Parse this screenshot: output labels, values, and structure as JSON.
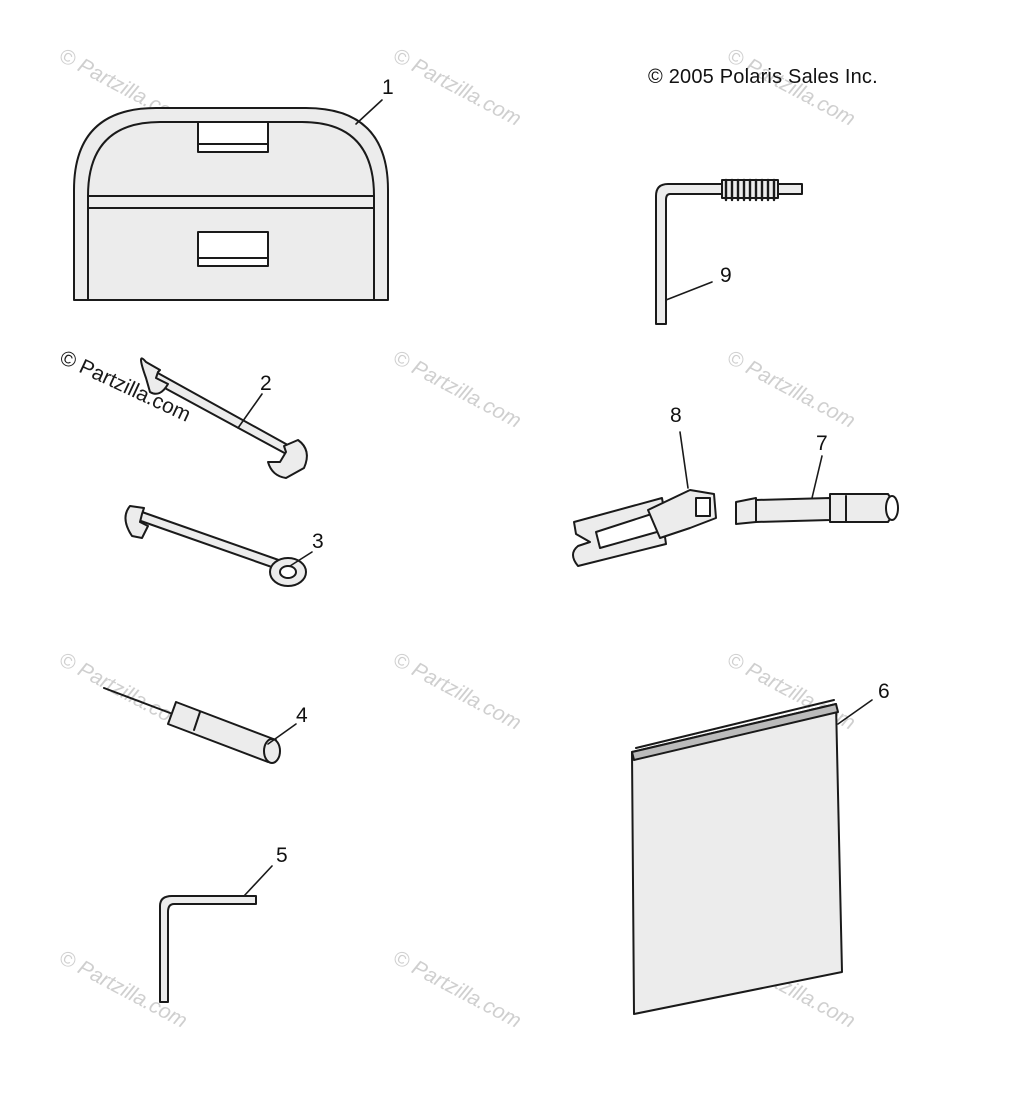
{
  "copyright": "© 2005 Polaris Sales Inc.",
  "watermark": "© Partzilla.com",
  "callouts": {
    "c1": "1",
    "c2": "2",
    "c3": "3",
    "c4": "4",
    "c5": "5",
    "c6": "6",
    "c7": "7",
    "c8": "8",
    "c9": "9"
  },
  "colors": {
    "line": "#1a1a1a",
    "fill": "#ececec",
    "watermark": "#cfcfcf"
  }
}
